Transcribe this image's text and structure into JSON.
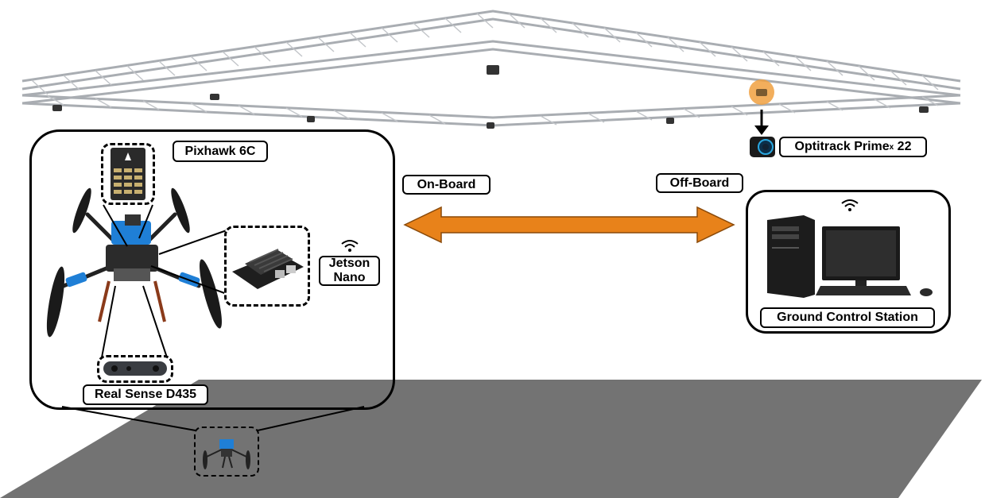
{
  "labels": {
    "pixhawk": "Pixhawk 6C",
    "jetson_line1": "Jetson",
    "jetson_line2": "Nano",
    "realsense": "Real Sense D435",
    "onboard": "On-Board",
    "offboard": "Off-Board",
    "optitrack_main": "Optitrack Prime",
    "optitrack_sup": "x",
    "optitrack_num": " 22",
    "gcs": "Ground Control Station"
  },
  "colors": {
    "arrow": "#e8821a",
    "floor": "#737373",
    "truss": "#b9bcc0",
    "drone_blue": "#1f7fd6",
    "highlight": "#f0a040"
  },
  "icons": [
    "wifi-icon",
    "camera-icon",
    "optitrack-camera-icon",
    "computer-tower-icon",
    "monitor-icon",
    "keyboard-icon",
    "mouse-icon",
    "drone-icon"
  ]
}
